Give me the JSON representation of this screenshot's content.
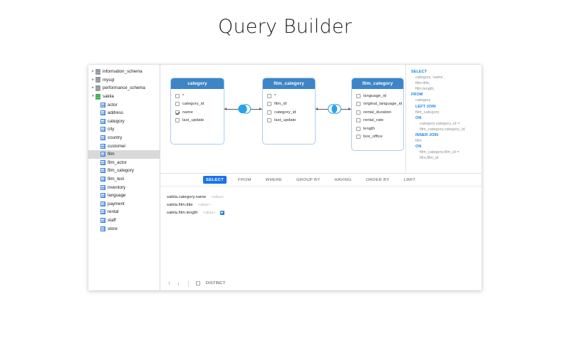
{
  "page": {
    "title": "Query Builder"
  },
  "sidebar": {
    "items": [
      {
        "label": "information_schema",
        "icon": "database-icon",
        "level": 1,
        "type": "db",
        "expanded": false,
        "twisty": "▸",
        "selected": false
      },
      {
        "label": "mysql",
        "icon": "database-icon",
        "level": 1,
        "type": "db",
        "expanded": false,
        "twisty": "▸",
        "selected": false
      },
      {
        "label": "performance_schema",
        "icon": "database-icon",
        "level": 1,
        "type": "db",
        "expanded": false,
        "twisty": "▸",
        "selected": false
      },
      {
        "label": "sakila",
        "icon": "database-icon-active",
        "level": 1,
        "type": "db-active",
        "expanded": true,
        "twisty": "▾",
        "selected": false
      },
      {
        "label": "actor",
        "icon": "table-icon",
        "level": 2,
        "type": "table",
        "selected": false
      },
      {
        "label": "address",
        "icon": "table-icon",
        "level": 2,
        "type": "table",
        "selected": false
      },
      {
        "label": "category",
        "icon": "table-icon",
        "level": 2,
        "type": "table",
        "selected": false
      },
      {
        "label": "city",
        "icon": "table-icon",
        "level": 2,
        "type": "table",
        "selected": false
      },
      {
        "label": "country",
        "icon": "table-icon",
        "level": 2,
        "type": "table",
        "selected": false
      },
      {
        "label": "customer",
        "icon": "table-icon",
        "level": 2,
        "type": "table",
        "selected": false
      },
      {
        "label": "film",
        "icon": "table-icon",
        "level": 2,
        "type": "table",
        "selected": true
      },
      {
        "label": "film_actor",
        "icon": "table-icon",
        "level": 2,
        "type": "table",
        "selected": false
      },
      {
        "label": "film_category",
        "icon": "table-icon",
        "level": 2,
        "type": "table",
        "selected": false
      },
      {
        "label": "film_text",
        "icon": "table-icon",
        "level": 2,
        "type": "table",
        "selected": false
      },
      {
        "label": "inventory",
        "icon": "table-icon",
        "level": 2,
        "type": "table",
        "selected": false
      },
      {
        "label": "language",
        "icon": "table-icon",
        "level": 2,
        "type": "table",
        "selected": false
      },
      {
        "label": "payment",
        "icon": "table-icon",
        "level": 2,
        "type": "table",
        "selected": false
      },
      {
        "label": "rental",
        "icon": "table-icon",
        "level": 2,
        "type": "table",
        "selected": false
      },
      {
        "label": "staff",
        "icon": "table-icon",
        "level": 2,
        "type": "table",
        "selected": false
      },
      {
        "label": "store",
        "icon": "table-icon",
        "level": 2,
        "type": "table",
        "selected": false
      }
    ]
  },
  "diagram": {
    "cards": [
      {
        "title": "category",
        "columns": [
          {
            "label": "*",
            "checked": false
          },
          {
            "label": "category_id",
            "checked": false
          },
          {
            "label": "name",
            "checked": true
          },
          {
            "label": "last_update",
            "checked": false
          }
        ]
      },
      {
        "title": "film_category",
        "columns": [
          {
            "label": "*",
            "checked": false
          },
          {
            "label": "film_id",
            "checked": false
          },
          {
            "label": "category_id",
            "checked": false
          },
          {
            "label": "last_update",
            "checked": false
          }
        ]
      },
      {
        "title": "film_category",
        "columns": [
          {
            "label": "language_id",
            "checked": false
          },
          {
            "label": "original_language_id",
            "checked": false
          },
          {
            "label": "rental_duration",
            "checked": false
          },
          {
            "label": "rental_rate",
            "checked": false
          },
          {
            "label": "length",
            "checked": false
          },
          {
            "label": "box_office",
            "checked": false
          }
        ]
      }
    ],
    "joins": [
      {
        "name": "left-join-icon",
        "type": "left"
      },
      {
        "name": "inner-join-icon",
        "type": "inner"
      }
    ]
  },
  "sql": {
    "lines": [
      {
        "keyword": "SELECT",
        "text": ""
      },
      {
        "keyword": "",
        "text": "category.`name`,"
      },
      {
        "keyword": "",
        "text": "film.title,"
      },
      {
        "keyword": "",
        "text": "film.length,"
      },
      {
        "keyword": "FROM",
        "text": ""
      },
      {
        "keyword": "",
        "text": "category"
      },
      {
        "keyword": "LEFT JOIN",
        "text": ""
      },
      {
        "keyword": "",
        "text": "film_category"
      },
      {
        "keyword": "ON",
        "text": ""
      },
      {
        "keyword": "",
        "text": "category.category_id = film_category.category_id"
      },
      {
        "keyword": "INNER JOIN",
        "text": ""
      },
      {
        "keyword": "",
        "text": "film"
      },
      {
        "keyword": "ON",
        "text": ""
      },
      {
        "keyword": "",
        "text": "film_category.film_id = film.film_id"
      }
    ]
  },
  "tabs": [
    {
      "label": "SELECT",
      "active": true
    },
    {
      "label": "FROM",
      "active": false
    },
    {
      "label": "WHERE",
      "active": false
    },
    {
      "label": "GROUP BY",
      "active": false
    },
    {
      "label": "HAVING",
      "active": false
    },
    {
      "label": "ORDER BY",
      "active": false
    },
    {
      "label": "LIMIT",
      "active": false
    }
  ],
  "select_rows": [
    {
      "column": "sakila.category.name",
      "alias": "<alias>",
      "has_button": false
    },
    {
      "column": "sakila.film.title",
      "alias": "<alias>",
      "has_button": false
    },
    {
      "column": "sakila.film.length",
      "alias": "<alias>",
      "has_button": true
    }
  ],
  "footer": {
    "move_up": "↑",
    "move_down": "↓",
    "distinct_label": "DISTINCT",
    "distinct_checked": false
  },
  "colors": {
    "accent": "#1a73e8",
    "card_header": "#3d85c6",
    "card_border": "#a9cdee",
    "join_blue": "#29a3e8",
    "sql_keyword": "#1e87e8",
    "sql_text": "#8a8f94"
  }
}
